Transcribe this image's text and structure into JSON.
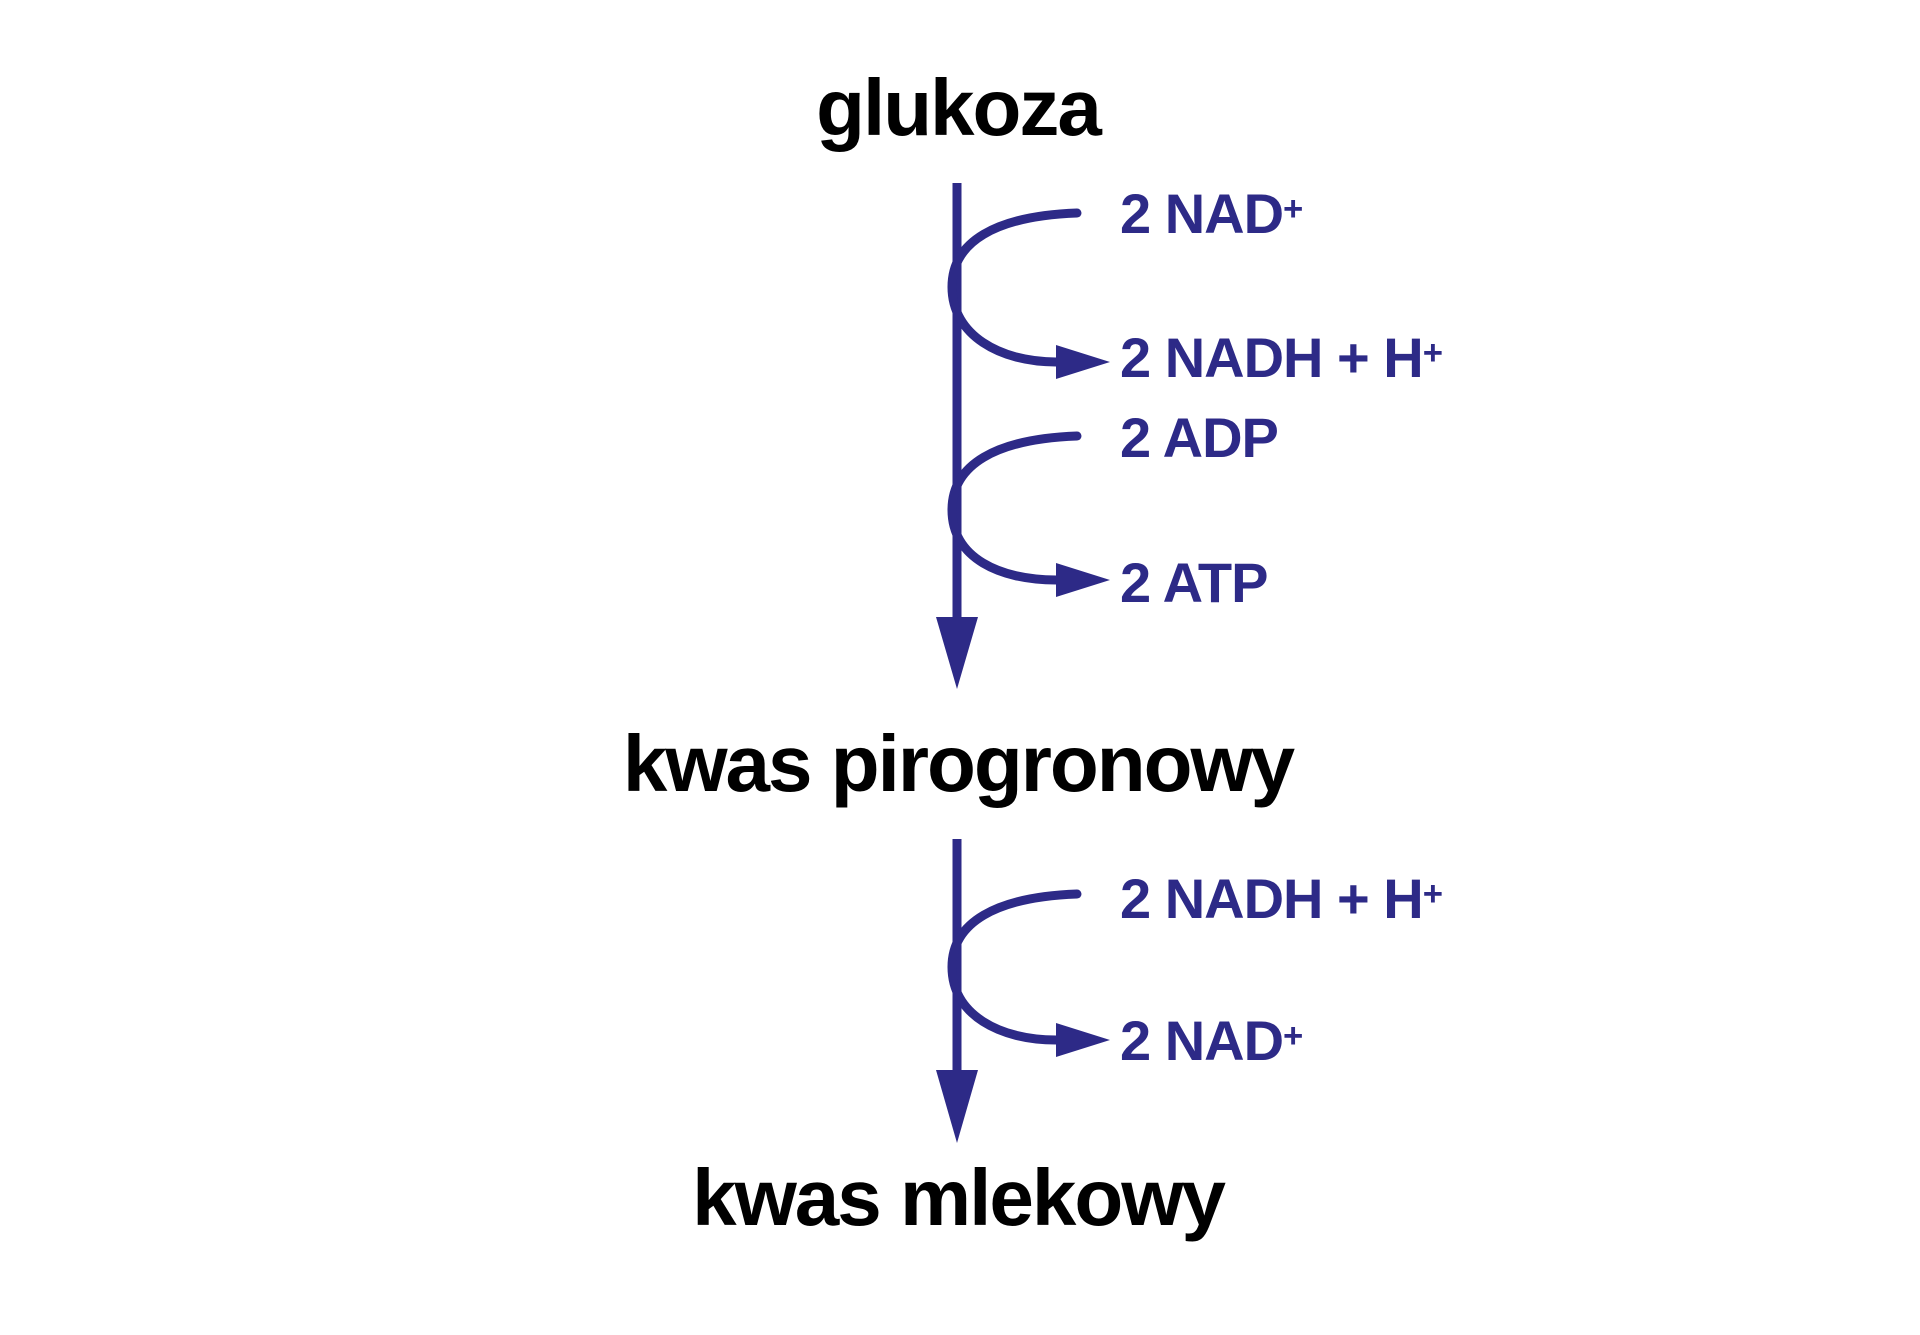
{
  "colors": {
    "accent": "#2d2a87",
    "text": "#000000",
    "background": "#ffffff"
  },
  "pathway": {
    "nodes": [
      {
        "label": "glukoza"
      },
      {
        "label": "kwas pirogronowy"
      },
      {
        "label": "kwas mlekowy"
      }
    ],
    "steps": [
      {
        "from": "glukoza",
        "to": "kwas pirogronowy",
        "exchanges": [
          {
            "in": {
              "base": "2 NAD",
              "sup": "+"
            },
            "out": {
              "base": "2 NADH + H",
              "sup": "+"
            }
          },
          {
            "in": {
              "base": "2 ADP",
              "sup": ""
            },
            "out": {
              "base": "2 ATP",
              "sup": ""
            }
          }
        ]
      },
      {
        "from": "kwas pirogronowy",
        "to": "kwas mlekowy",
        "exchanges": [
          {
            "in": {
              "base": "2 NADH + H",
              "sup": "+"
            },
            "out": {
              "base": "2 NAD",
              "sup": "+"
            }
          }
        ]
      }
    ]
  }
}
